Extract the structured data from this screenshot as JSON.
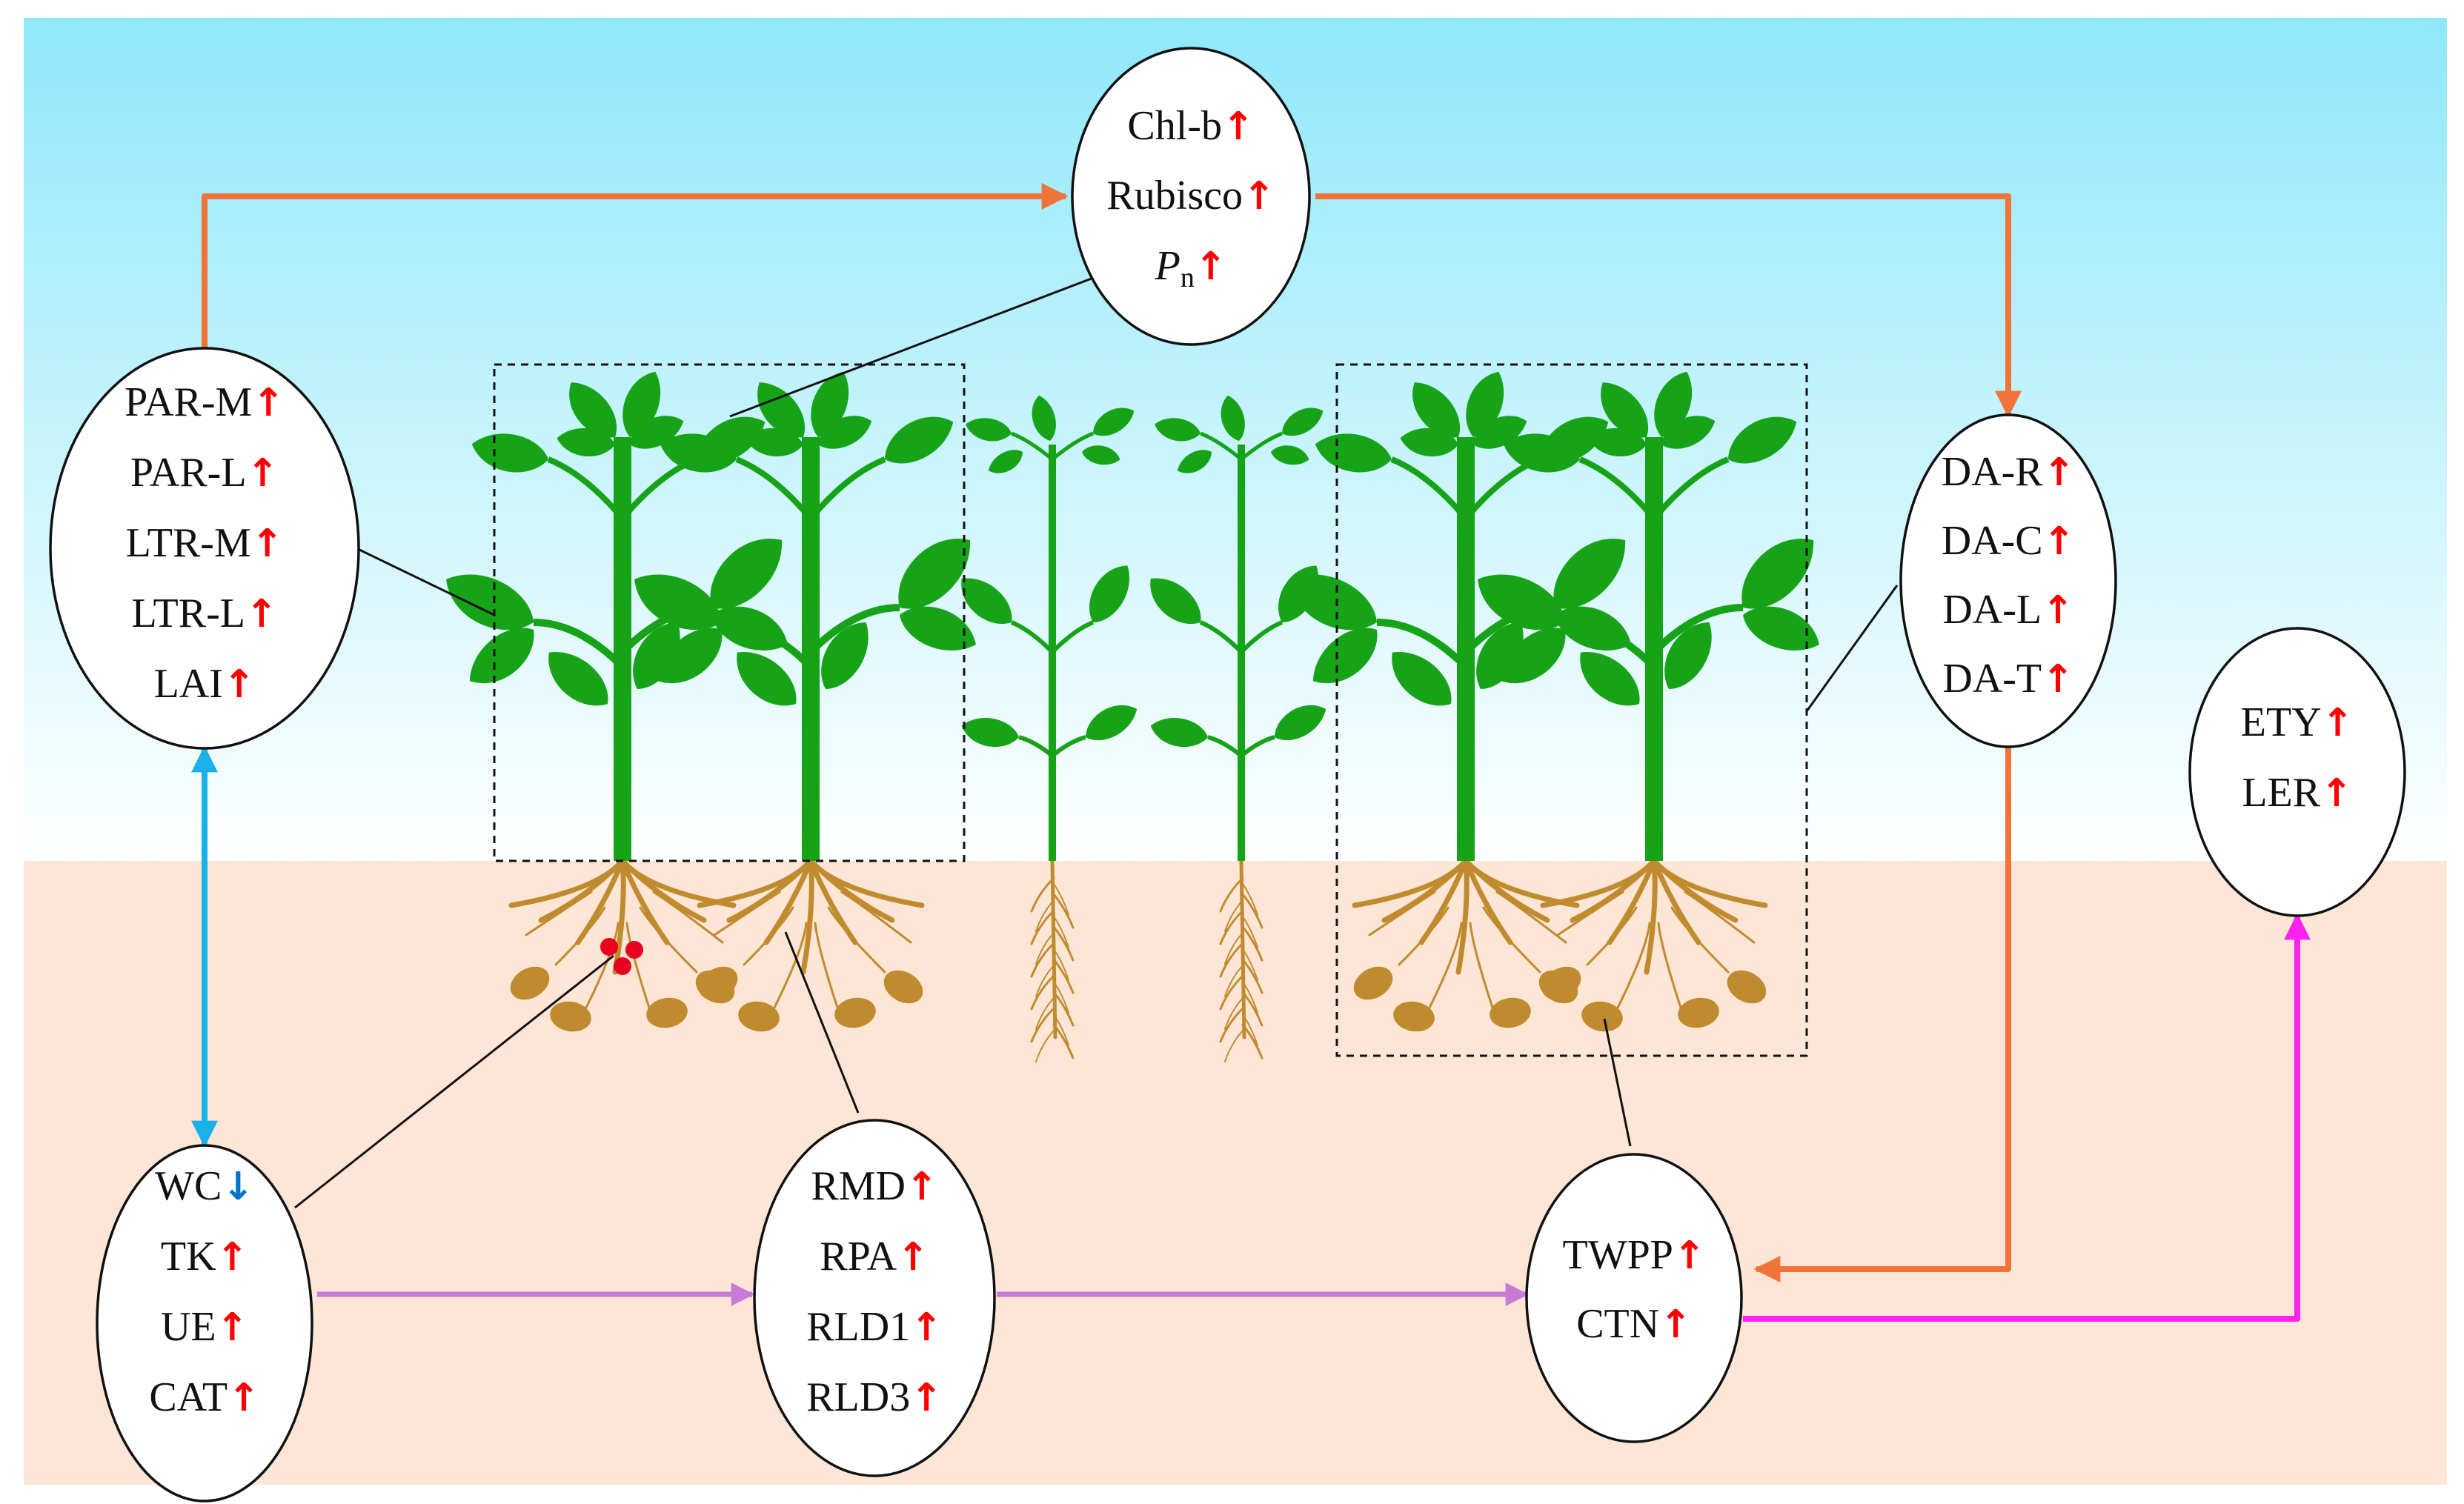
{
  "colors": {
    "sky_top": "#8fe8fa",
    "sky_bottom": "#ffffff",
    "soil": "#fde6d5",
    "leaf": "#17a317",
    "root": "#c08a2e",
    "nodule": "#e8001c",
    "arrow_orange": "#f0743a",
    "arrow_blue": "#1ab0e8",
    "arrow_purple": "#c97ad6",
    "arrow_magenta": "#ff22ee",
    "up_arrow": "#ff0000",
    "down_arrow": "#0072ce"
  },
  "nodes": {
    "photosynthesis": {
      "items": [
        {
          "text": "Chl-b",
          "trend": "↑"
        },
        {
          "text": "Rubisco",
          "trend": "↑"
        },
        {
          "text": "P",
          "sub": "n",
          "trend": "↑"
        }
      ]
    },
    "canopy_light": {
      "items": [
        {
          "text": "PAR-M",
          "trend": "↑"
        },
        {
          "text": "PAR-L",
          "trend": "↑"
        },
        {
          "text": "LTR-M",
          "trend": "↑"
        },
        {
          "text": "LTR-L",
          "trend": "↑"
        },
        {
          "text": "LAI",
          "trend": "↑"
        }
      ]
    },
    "dry_matter": {
      "items": [
        {
          "text": "DA-R",
          "trend": "↑"
        },
        {
          "text": "DA-C",
          "trend": "↑"
        },
        {
          "text": "DA-L",
          "trend": "↑"
        },
        {
          "text": "DA-T",
          "trend": "↑"
        }
      ]
    },
    "yield": {
      "items": [
        {
          "text": "ETY",
          "trend": "↑"
        },
        {
          "text": "LER",
          "trend": "↑"
        }
      ]
    },
    "soil": {
      "items": [
        {
          "text": "WC",
          "trend": "↓"
        },
        {
          "text": "TK",
          "trend": "↑"
        },
        {
          "text": "UE",
          "trend": "↑"
        },
        {
          "text": "CAT",
          "trend": "↑"
        }
      ]
    },
    "roots": {
      "items": [
        {
          "text": "RMD",
          "trend": "↑"
        },
        {
          "text": "RPA",
          "trend": "↑"
        },
        {
          "text": "RLD1",
          "trend": "↑"
        },
        {
          "text": "RLD3",
          "trend": "↑"
        }
      ]
    },
    "pods": {
      "items": [
        {
          "text": "TWPP",
          "trend": "↑"
        },
        {
          "text": "CTN",
          "trend": "↑"
        }
      ]
    }
  }
}
